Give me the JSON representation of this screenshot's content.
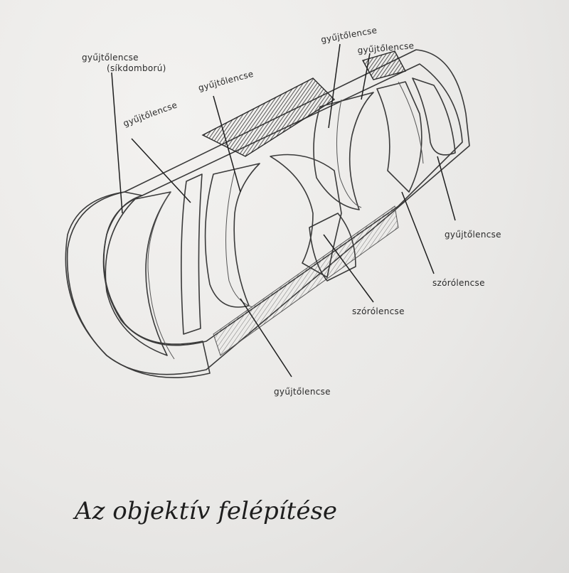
{
  "title": "Az objektív felépítése",
  "labels": {
    "l1_line1": "gyűjtőlencse",
    "l1_line2": "(síkdomború)",
    "l2": "gyűjtőlencse",
    "l3": "gyűjtőlencse",
    "l4": "gyűjtőlencse",
    "l5": "gyűjtőlencse",
    "l6": "gyűjtőlencse",
    "l7": "szórólencse",
    "l8": "szórólencse",
    "l9": "gyűjtőlencse"
  },
  "colors": {
    "paper": "#ecebe9",
    "lens_blue": "#7f9cc9",
    "graphite": "#3a3a3a",
    "body_gray": "#c9c8c6"
  }
}
